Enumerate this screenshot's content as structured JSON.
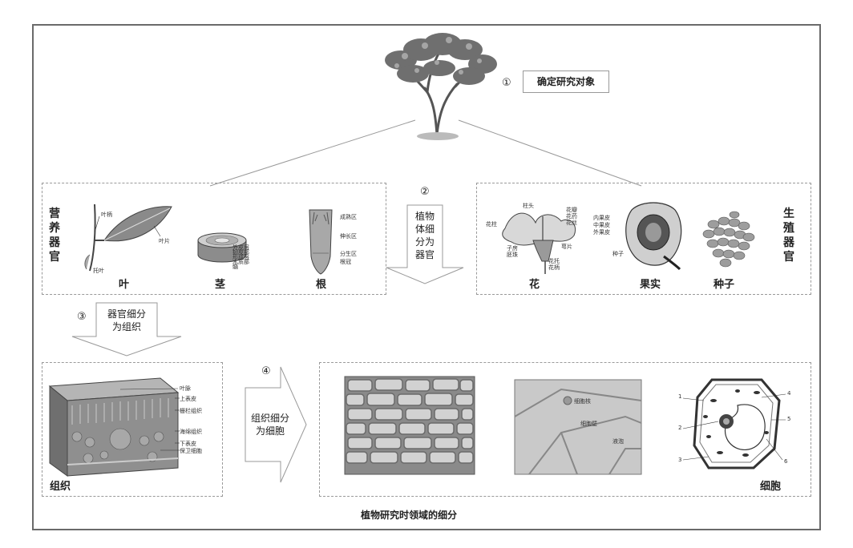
{
  "step1": {
    "num": "①",
    "label": "确定研究对象"
  },
  "step2": {
    "num": "②",
    "label": "植物体细分为器官",
    "lines": [
      "植物",
      "体细",
      "分为",
      "器官"
    ]
  },
  "step3": {
    "num": "③",
    "label": "器官细分为组织",
    "lines": [
      "器官细分",
      "为组织"
    ]
  },
  "step4": {
    "num": "④",
    "label": "组织细分为细胞",
    "lines": [
      "组织细分",
      "为细胞"
    ]
  },
  "vegetative": {
    "title": "营养器官",
    "organs": [
      "叶",
      "茎",
      "根"
    ]
  },
  "reproductive": {
    "title": "生殖器官",
    "organs": [
      "花",
      "果实",
      "种子"
    ]
  },
  "leaf_labels": {
    "a": "叶柄",
    "b": "叶片",
    "c": "托叶"
  },
  "stem_labels": [
    "外皮层",
    "韧皮部",
    "形成层",
    "木质部",
    "髓"
  ],
  "root_labels": [
    "成熟区",
    "伸长区",
    "分生区",
    "根冠"
  ],
  "flower_labels": [
    "柱头",
    "花瓣",
    "花药",
    "花丝",
    "花柱",
    "萼片",
    "子房",
    "胚珠",
    "花托",
    "花柄"
  ],
  "fruit_labels": [
    "内果皮",
    "中果皮",
    "外果皮",
    "种子"
  ],
  "tissue": {
    "caption": "组织",
    "labels": [
      "叶脉",
      "上表皮",
      "栅栏组织",
      "海绵组织",
      "下表皮",
      "保卫细胞"
    ]
  },
  "cells": {
    "caption": "细胞",
    "micro_labels": [
      "细胞核",
      "细胞壁",
      "液泡"
    ],
    "numbers": [
      "1",
      "2",
      "3",
      "4",
      "5",
      "6"
    ]
  },
  "caption": "植物研究时领域的细分"
}
